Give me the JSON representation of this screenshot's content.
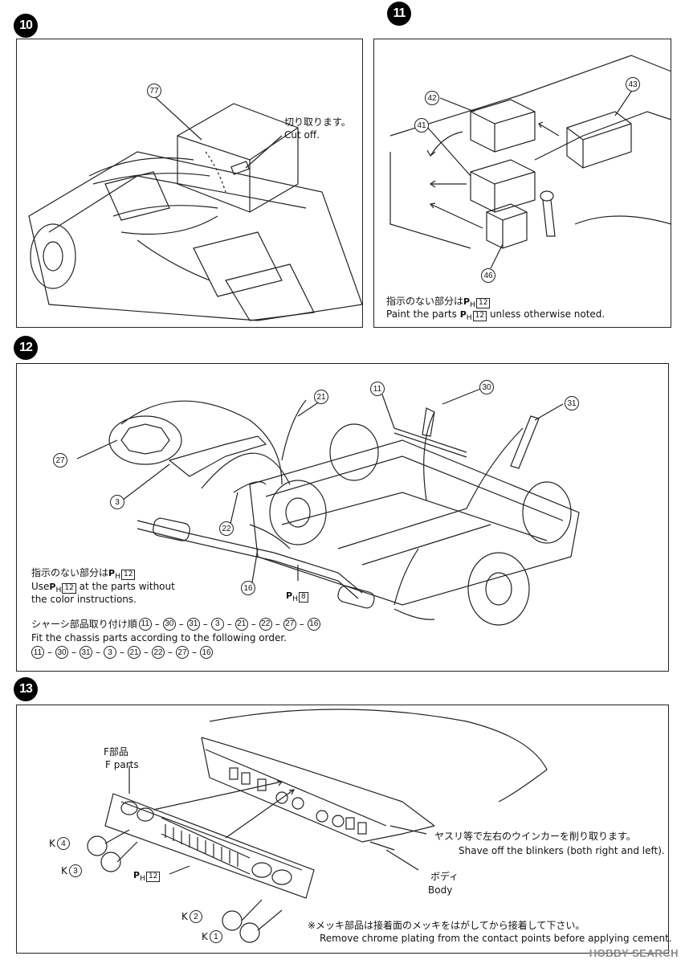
{
  "steps": {
    "s10": {
      "num": "10",
      "part": "77",
      "note_jp": "切り取ります。",
      "note_en": "Cut off."
    },
    "s11": {
      "num": "11",
      "parts": [
        "42",
        "43",
        "41",
        "46"
      ],
      "note_jp": "指示のない部分は",
      "note_jp_code": "12",
      "note_en_pre": "Paint the parts",
      "note_en_code": "12",
      "note_en_post": "unless otherwise noted."
    },
    "s12": {
      "num": "12",
      "parts": [
        "21",
        "11",
        "30",
        "31",
        "27",
        "3",
        "22",
        "16"
      ],
      "paint_code": "8",
      "note1_jp": "指示のない部分は",
      "note1_code": "12",
      "note1_en_a": "Use",
      "note1_en_code": "12",
      "note1_en_b": "at the parts without",
      "note1_en_c": "the color instructions.",
      "order_jp": "シャーシ部品取り付け順",
      "order_en": "Fit the chassis parts according to the following order.",
      "order": [
        "11",
        "30",
        "31",
        "3",
        "21",
        "22",
        "27",
        "16"
      ]
    },
    "s13": {
      "num": "13",
      "fparts_jp": "F部品",
      "fparts_en": "F parts",
      "paint_code": "12",
      "k_labels": [
        {
          "k": "K",
          "n": "4"
        },
        {
          "k": "K",
          "n": "3"
        },
        {
          "k": "K",
          "n": "2"
        },
        {
          "k": "K",
          "n": "1"
        }
      ],
      "shave_jp": "ヤスリ等で左右のウインカーを削り取ります。",
      "shave_en": "Shave off the blinkers (both right and left).",
      "body_jp": "ボディ",
      "body_en": "Body",
      "chrome_jp": "※メッキ部品は接着面のメッキをはがしてから接着して下さい。",
      "chrome_en": "Remove chrome plating from the contact points before applying cement."
    }
  },
  "ph_prefix": "P",
  "ph_sub": "H",
  "watermark": "HOBBY SEARCH"
}
